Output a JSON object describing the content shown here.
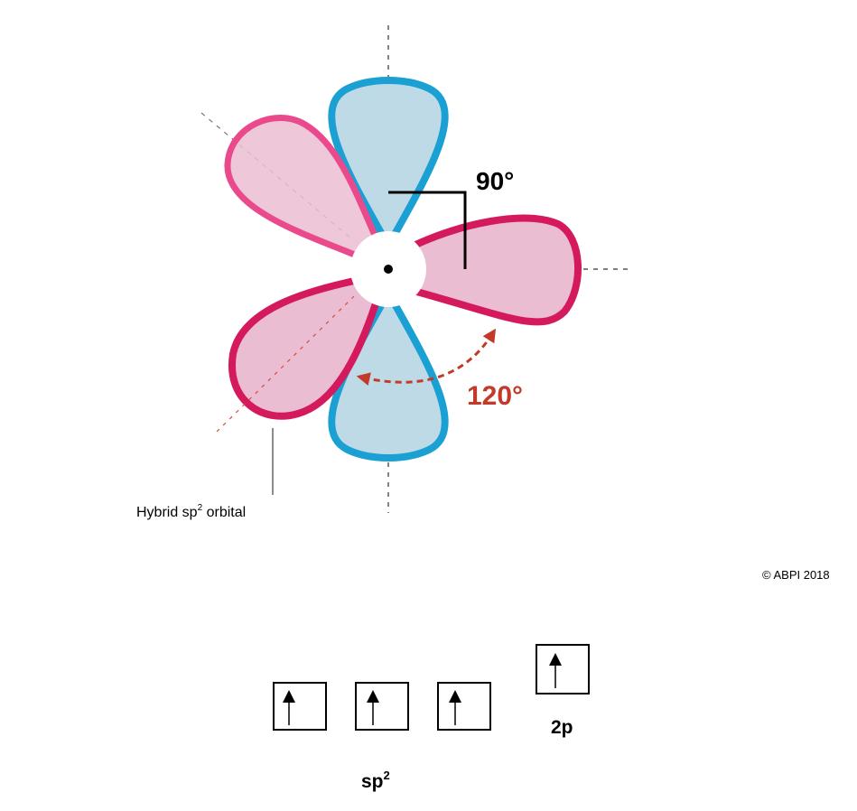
{
  "labels": {
    "angle_right": "90°",
    "angle_trigonal": "120°",
    "hybrid_caption": "Hybrid sp",
    "hybrid_caption_sup": "2",
    "hybrid_caption_tail": " orbital",
    "copyright": "© ABPI 2018",
    "sp2_label": "sp",
    "sp2_label_sup": "2",
    "p_label": "2p"
  },
  "electron_boxes": {
    "sp2": [
      {
        "spin": "up"
      },
      {
        "spin": "up"
      },
      {
        "spin": "up"
      }
    ],
    "p": [
      {
        "spin": "up"
      }
    ]
  },
  "colors": {
    "p_orbital_stroke": "#1aa0d2",
    "p_orbital_fill": "#bedae6",
    "sp2_orbital_stroke": "#d41a5c",
    "sp2_orbital_stroke_upper": "#ea4a8c",
    "sp2_orbital_fill": "#ebbdd2",
    "angle_120": "#c33a2a",
    "text": "#000000"
  }
}
